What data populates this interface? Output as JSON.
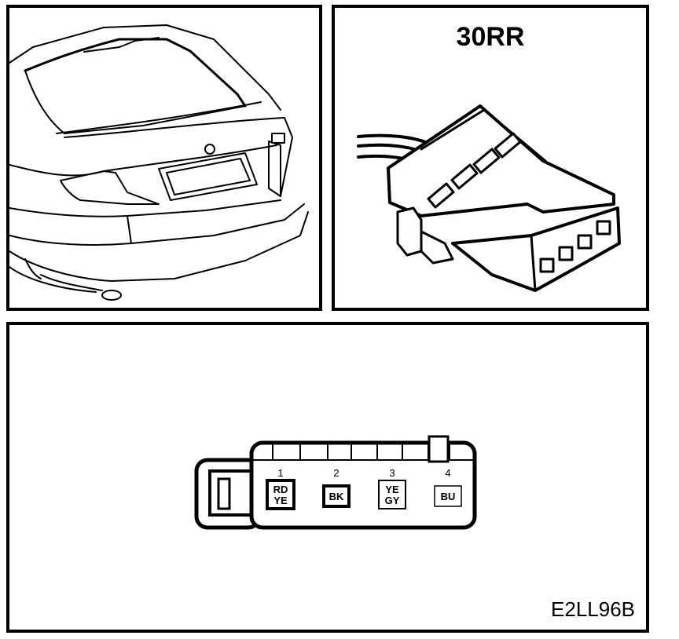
{
  "connector": {
    "name": "30RR",
    "pins": [
      {
        "number": "1",
        "colors": [
          "RD",
          "YE"
        ]
      },
      {
        "number": "2",
        "colors": [
          "BK"
        ]
      },
      {
        "number": "3",
        "colors": [
          "YE",
          "GY"
        ]
      },
      {
        "number": "4",
        "colors": [
          "BU"
        ]
      }
    ]
  },
  "figure_code": "E2LL96B"
}
